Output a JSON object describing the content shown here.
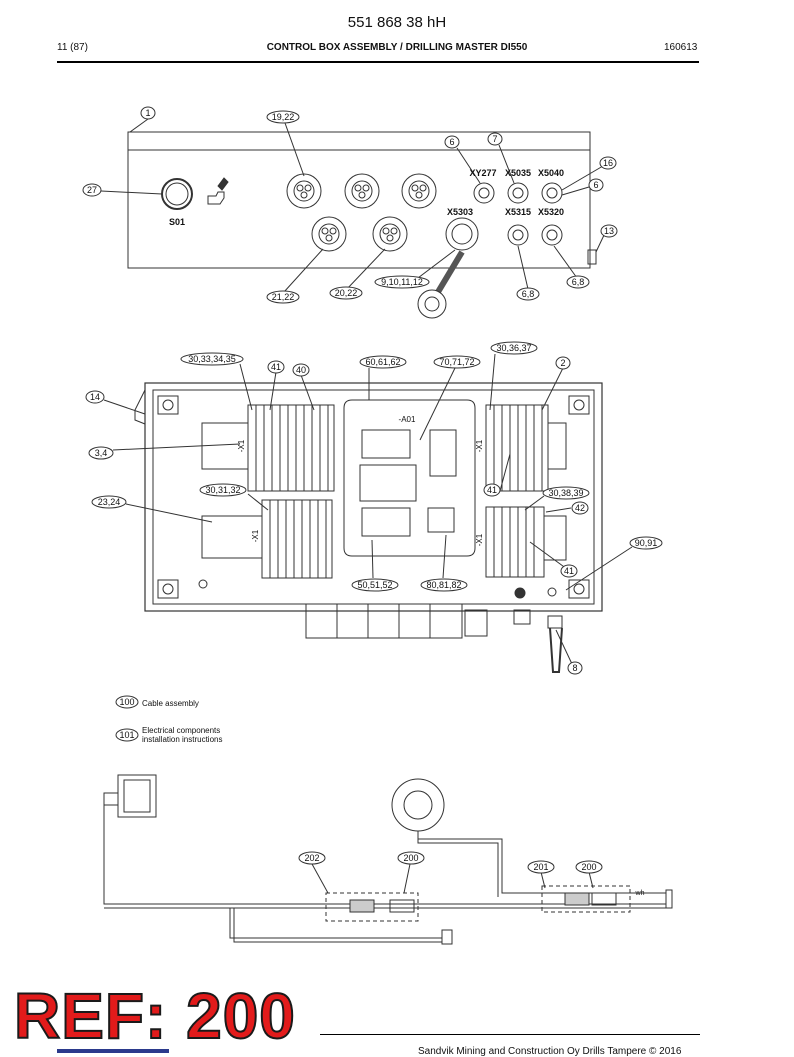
{
  "header": {
    "doc_number": "551 868 38 hH",
    "page": "11 (87)",
    "title": "CONTROL BOX ASSEMBLY / DRILLING MASTER DI550",
    "date": "160613"
  },
  "top_view": {
    "callouts": [
      "1",
      "19,22",
      "6",
      "7",
      "16",
      "6",
      "27",
      "13",
      "21,22",
      "20,22",
      "9,10,11,12",
      "6,8",
      "6,8"
    ],
    "labels": {
      "s01": "S01",
      "xy277": "XY277",
      "x5035": "X5035",
      "x5040": "X5040",
      "x5303": "X5303",
      "x5315": "X5315",
      "x5320": "X5320"
    }
  },
  "inner_view": {
    "callouts": [
      "30,33,34,35",
      "41",
      "40",
      "60,61,62",
      "70,71,72",
      "30,36,37",
      "2",
      "14",
      "3,4",
      "30,31,32",
      "41",
      "30,38,39",
      "42",
      "23,24",
      "90,91",
      "41",
      "50,51,52",
      "80,81,82",
      "8"
    ],
    "labels": {
      "a01": "-A01",
      "x1": "-X1"
    }
  },
  "notes": [
    {
      "ref": "100",
      "text": "Cable assembly"
    },
    {
      "ref": "101",
      "text": "Electrical components",
      "text2": "installation instructions"
    }
  ],
  "cable_view": {
    "callouts": [
      "202",
      "200",
      "201",
      "200"
    ],
    "wire_label": "wh"
  },
  "watermark": "REF: 200",
  "footer": {
    "copyright": "Sandvik Mining and Construction Oy Drills Tampere © 2016"
  },
  "colors": {
    "watermark": "#e21b1b",
    "line": "#333333",
    "logo": "#2b3a8c"
  }
}
